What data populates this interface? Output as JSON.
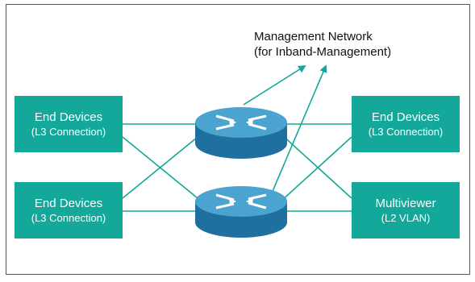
{
  "title": "Management Network",
  "subtitle": "(for Inband-Management)",
  "nodes": {
    "end_devices_top_left": {
      "title": "End Devices",
      "subtitle": "(L3 Connection)"
    },
    "end_devices_bottom_left": {
      "title": "End Devices",
      "subtitle": "(L3 Connection)"
    },
    "end_devices_top_right": {
      "title": "End Devices",
      "subtitle": "(L3 Connection)"
    },
    "multiviewer": {
      "title": "Multiviewer",
      "subtitle": "(L2 VLAN)"
    }
  },
  "routers": [
    {
      "icon": "router-icon"
    },
    {
      "icon": "router-icon"
    }
  ],
  "colors": {
    "node_fill": "#14a89a",
    "line": "#14a89a",
    "router_top": "#4ba3cf",
    "router_side": "#1f6f9f"
  }
}
